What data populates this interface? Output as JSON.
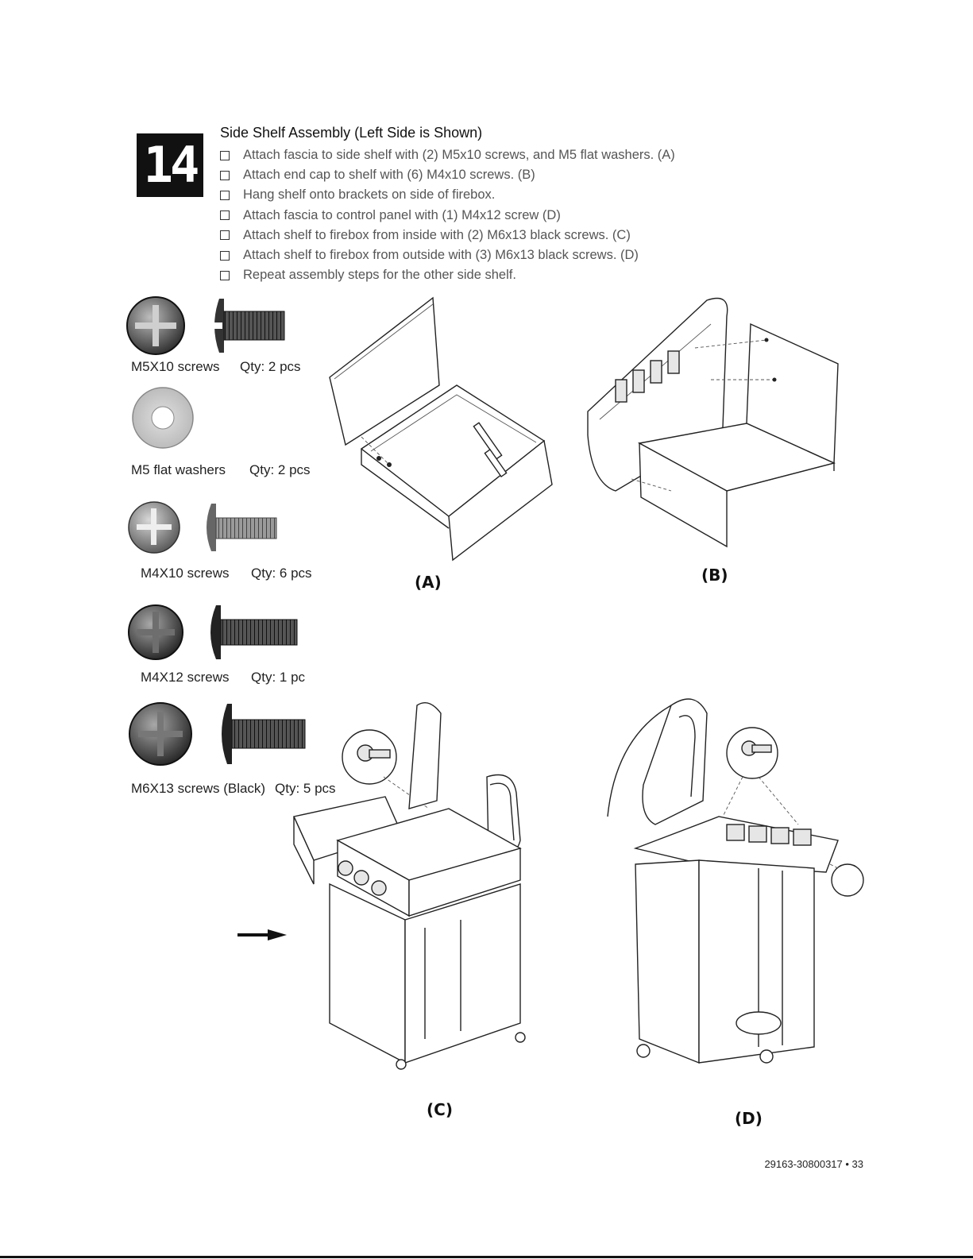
{
  "step": {
    "number": "14",
    "title": "Side Shelf Assembly (Left Side is Shown)"
  },
  "instructions": [
    "Attach fascia to side shelf with (2) M5x10 screws, and M5 flat washers. (A)",
    "Attach end cap to shelf with (6) M4x10 screws. (B)",
    "Hang shelf onto brackets on side of firebox.",
    "Attach fascia to control panel with (1) M4x12 screw (D)",
    "Attach shelf to firebox from inside with (2) M6x13 black screws. (C)",
    "Attach shelf to firebox from outside with (3) M6x13 black screws. (D)",
    "Repeat assembly steps for the other side shelf."
  ],
  "hardware": [
    {
      "name": "M5X10 screws",
      "qty": "Qty: 2 pcs",
      "icon": "m5x10-screw-icon"
    },
    {
      "name": "M5 flat washers",
      "qty": "Qty: 2 pcs",
      "icon": "flat-washer-icon"
    },
    {
      "name": "M4X10 screws",
      "qty": "Qty: 6 pcs",
      "icon": "m4x10-screw-icon"
    },
    {
      "name": "M4X12 screws",
      "qty": "Qty: 1 pc",
      "icon": "m4x12-screw-icon"
    },
    {
      "name": "M6X13 screws (Black)",
      "qty": "Qty: 5 pcs",
      "icon": "m6x13-screw-icon"
    }
  ],
  "figures": {
    "a": "(A)",
    "b": "(B)",
    "c": "(C)",
    "d": "(D)"
  },
  "footer": "29163-30800317 • 33"
}
